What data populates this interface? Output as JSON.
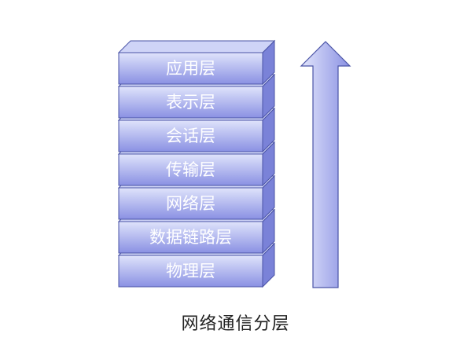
{
  "layers": [
    {
      "label": "应用层"
    },
    {
      "label": "表示层"
    },
    {
      "label": "会话层"
    },
    {
      "label": "传输层"
    },
    {
      "label": "网络层"
    },
    {
      "label": "数据链路层"
    },
    {
      "label": "物理层"
    }
  ],
  "caption": "网络通信分层",
  "colors": {
    "front_light": "#dfe3fb",
    "front_dark": "#8a91e3",
    "top_face": "#cfd4f7",
    "side_face": "#7a82d8",
    "edge": "#4a53a6",
    "arrow_light": "#e2e5fb",
    "arrow_dark": "#8a91e3"
  }
}
